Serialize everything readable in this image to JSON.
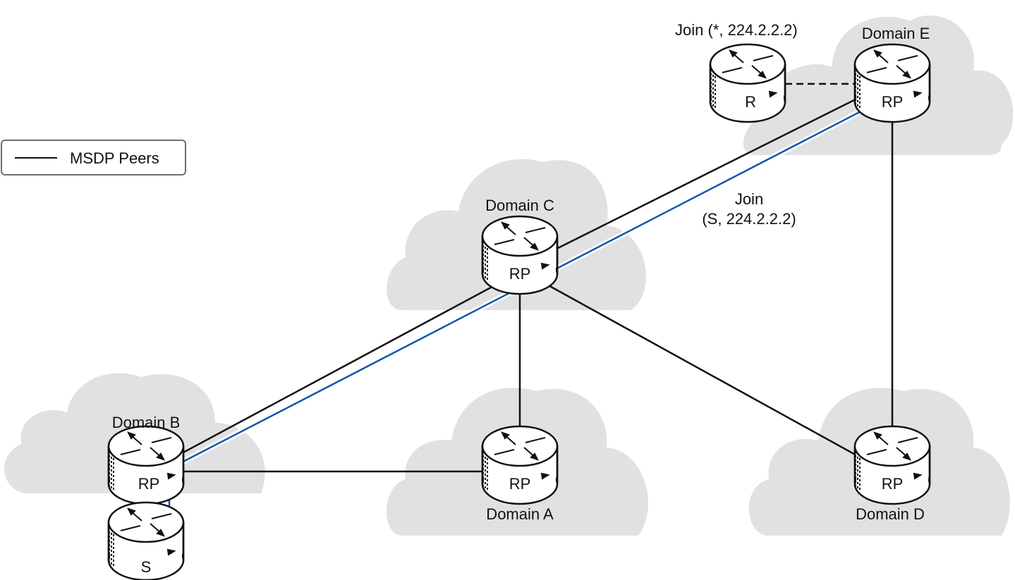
{
  "legend": {
    "label": "MSDP Peers"
  },
  "domains": {
    "a": "Domain A",
    "b": "Domain B",
    "c": "Domain C",
    "d": "Domain D",
    "e": "Domain E"
  },
  "routers": {
    "rp_label": "RP",
    "source_label": "S",
    "receiver_label": "R"
  },
  "annotations": {
    "join_star": "Join (*, 224.2.2.2)",
    "join_s_line1": "Join",
    "join_s_line2": "(S, 224.2.2.2)"
  },
  "colors": {
    "cloud": "#e0e0e0",
    "join_path": "#1155aa",
    "peer_line": "#111111"
  }
}
